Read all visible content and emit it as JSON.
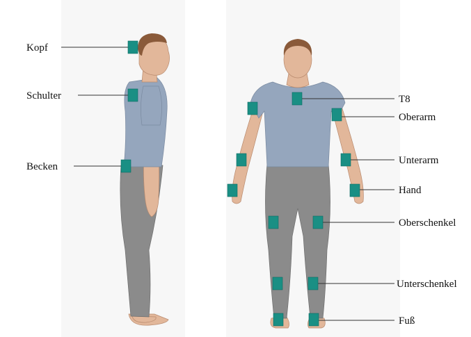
{
  "colors": {
    "sensor": "#1a8f84",
    "skin": "#e2b79a",
    "shirt": "#95a6bd",
    "pants": "#8b8b8b",
    "hair": "#8a5a3a"
  },
  "side_view": {
    "labels": {
      "head": "Kopf",
      "shoulder": "Schulter",
      "pelvis": "Becken"
    }
  },
  "front_view": {
    "labels": {
      "t8": "T8",
      "upper_arm": "Oberarm",
      "forearm": "Unterarm",
      "hand": "Hand",
      "upper_leg": "Oberschenkel",
      "lower_leg": "Unterschenkel",
      "foot": "Fuß"
    }
  }
}
